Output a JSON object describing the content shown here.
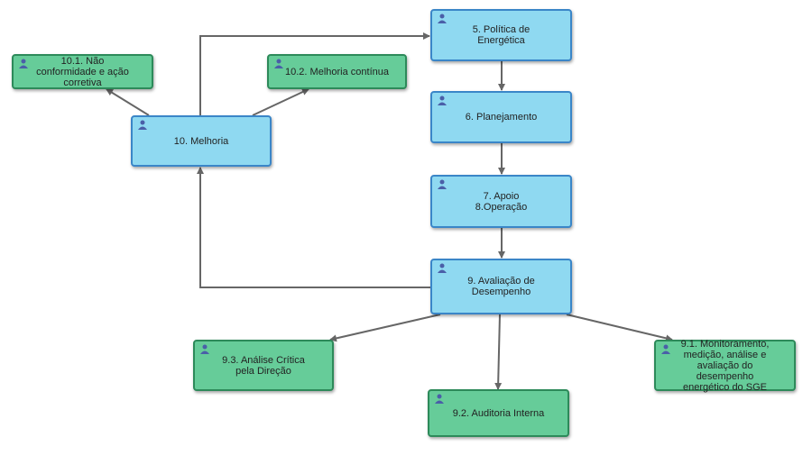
{
  "colors": {
    "process_fill": "#8fd9f1",
    "process_border": "#3a86c8",
    "sub_fill": "#66cc99",
    "sub_border": "#2d8a5a",
    "connector": "#666666",
    "icon": "#4a5fa8"
  },
  "icon_name": "people-icon",
  "nodes": [
    {
      "id": "n5",
      "label": "5. Política de\nEnergética"
    },
    {
      "id": "n6",
      "label": "6. Planejamento"
    },
    {
      "id": "n7",
      "label": "7. Apoio\n8.Operação"
    },
    {
      "id": "n9",
      "label": "9. Avaliação de\nDesempenho"
    },
    {
      "id": "n10",
      "label": "10. Melhoria"
    },
    {
      "id": "n101",
      "label": "10.1. Não\nconformidade e ação\ncorretiva"
    },
    {
      "id": "n102",
      "label": "10.2. Melhoria contínua"
    },
    {
      "id": "n93",
      "label": "9.3. Análise Crítica\npela Direção"
    },
    {
      "id": "n92",
      "label": "9.2. Auditoria Interna"
    },
    {
      "id": "n91",
      "label": "9.1. Monitoramento,\nmedição, análise e\navaliação do\ndesempenho\nenergético do SGE"
    }
  ]
}
